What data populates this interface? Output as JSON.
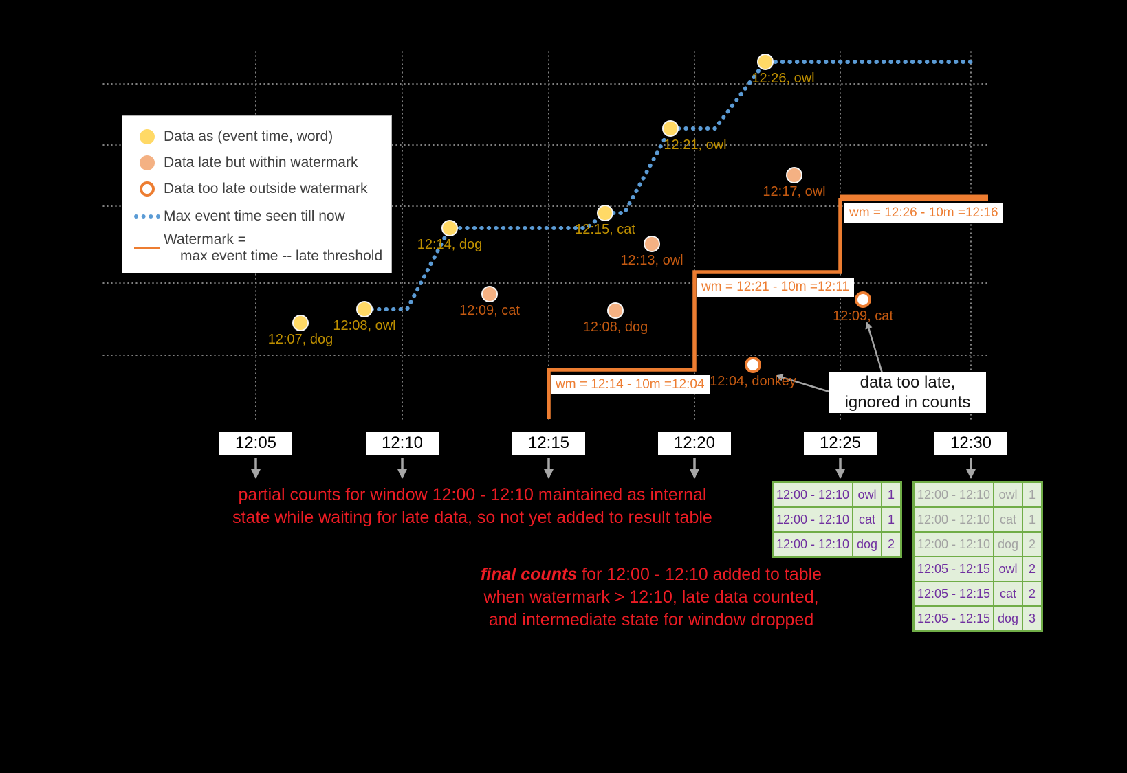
{
  "colors": {
    "background": "#000000",
    "grid": "#C9C9C9",
    "max_event_line": "#5B9BD5",
    "watermark_line": "#ED7D31",
    "on_time_fill": "#FFD966",
    "late_fill": "#F4B183",
    "too_late_ring": "#ED7D31",
    "on_time_label": "#BF9000",
    "late_label": "#C55A11",
    "annotation_red": "#ED1C24",
    "table_border": "#70AD47",
    "table_bg": "#E2EFDA",
    "table_text": "#7030A0",
    "arrow_gray": "#A6A6A6",
    "legend_text": "#404040"
  },
  "legend": {
    "items": {
      "on_time": "Data as (event time, word)",
      "late": "Data late but within watermark",
      "too_late": "Data too late outside watermark",
      "max_event": "Max event time seen till now",
      "watermark_1": "Watermark =",
      "watermark_2": "max event time -- late threshold"
    }
  },
  "points": {
    "on_time": [
      {
        "label": "12:07, dog"
      },
      {
        "label": "12:08, owl"
      },
      {
        "label": "12:14, dog"
      },
      {
        "label": "12:15, cat"
      },
      {
        "label": "12:21, owl"
      },
      {
        "label": "12:26, owl"
      }
    ],
    "late": [
      {
        "label": "12:09, cat"
      },
      {
        "label": "12:08, dog"
      },
      {
        "label": "12:13, owl"
      },
      {
        "label": "12:17, owl"
      }
    ],
    "too_late": [
      {
        "label": "12:04, donkey"
      },
      {
        "label": "12:09, cat"
      }
    ]
  },
  "watermarks": {
    "wm1": "wm = 12:14 - 10m =12:04",
    "wm2": "wm = 12:21 - 10m =12:11",
    "wm3": "wm = 12:26 - 10m =12:16"
  },
  "axis": {
    "ticks": [
      "12:05",
      "12:10",
      "12:15",
      "12:20",
      "12:25",
      "12:30"
    ]
  },
  "annotations": {
    "partial_line1": "partial counts for window 12:00 - 12:10 maintained as internal",
    "partial_line2": "state while waiting for late data, so not yet added to result table",
    "final_emphasis": "final counts",
    "final_rest": "for 12:00 - 12:10 added to table",
    "final_line2": "when watermark > 12:10, late data counted,",
    "final_line3": "and intermediate state for window dropped",
    "too_late_line1": "data too late,",
    "too_late_line2": "ignored in counts"
  },
  "tables": {
    "t1": {
      "rows": [
        {
          "window": "12:00 - 12:10",
          "word": "owl",
          "count": "1"
        },
        {
          "window": "12:00 - 12:10",
          "word": "cat",
          "count": "1"
        },
        {
          "window": "12:00 - 12:10",
          "word": "dog",
          "count": "2"
        }
      ]
    },
    "t2": {
      "rows": [
        {
          "window": "12:00 - 12:10",
          "word": "owl",
          "count": "1"
        },
        {
          "window": "12:00 - 12:10",
          "word": "cat",
          "count": "1"
        },
        {
          "window": "12:00 - 12:10",
          "word": "dog",
          "count": "2"
        },
        {
          "window": "12:05 - 12:15",
          "word": "owl",
          "count": "2"
        },
        {
          "window": "12:05 - 12:15",
          "word": "cat",
          "count": "2"
        },
        {
          "window": "12:05 - 12:15",
          "word": "dog",
          "count": "3"
        }
      ]
    }
  }
}
